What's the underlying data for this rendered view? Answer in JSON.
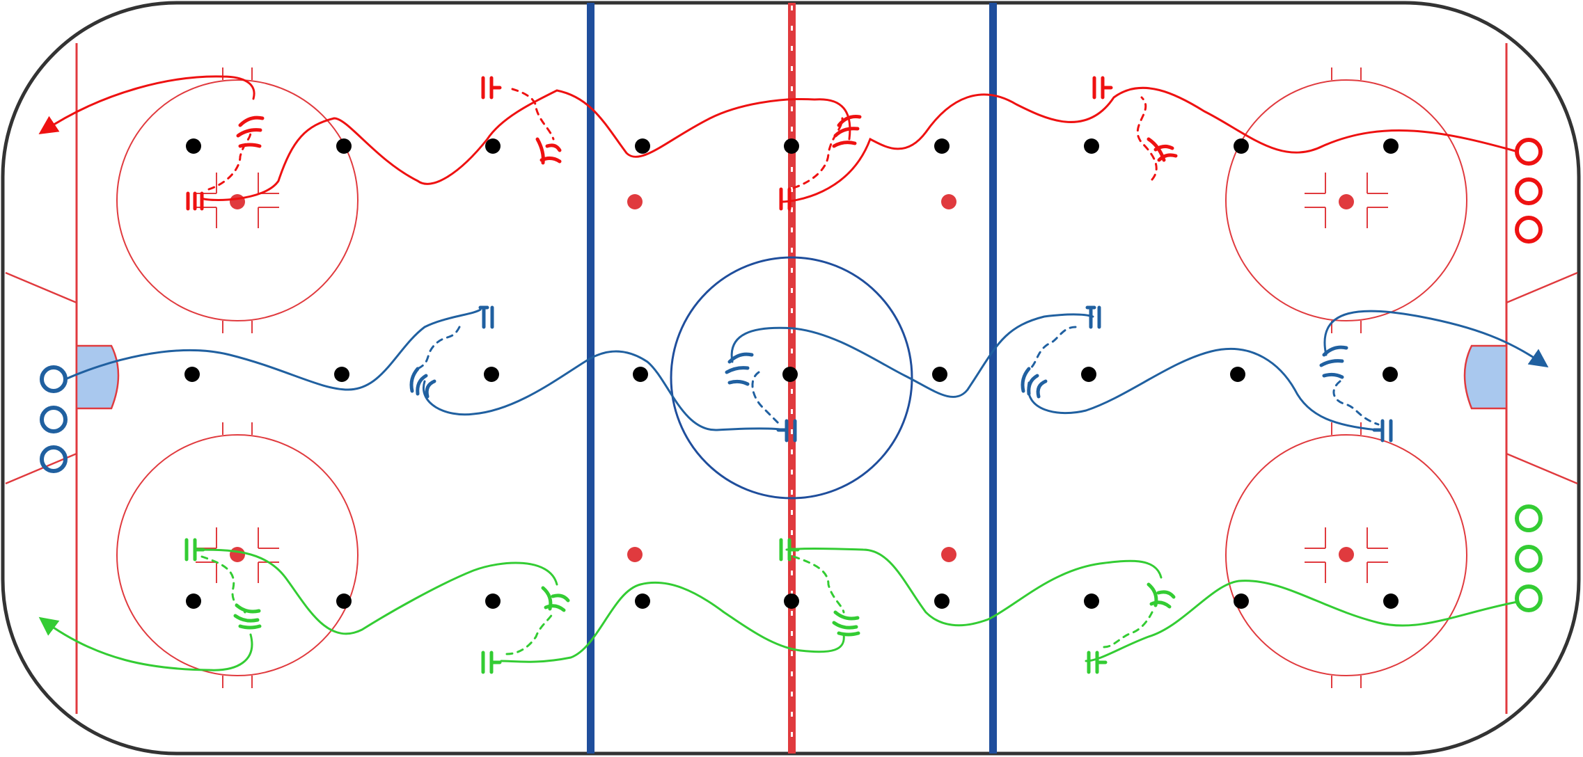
{
  "colors": {
    "rink_border": "#333333",
    "ice": "#ffffff",
    "red_line": "#e03a3e",
    "blue_line": "#1f4e9c",
    "crease_fill": "#a9c8ee",
    "dot_black": "#000000",
    "dot_red": "#e03a3e",
    "drill_red": "#ee1111",
    "drill_blue": "#2060a0",
    "drill_green": "#33cc33"
  },
  "diagram": {
    "kind": "hockey rink drill diagram",
    "orientation": "horizontal",
    "lanes": [
      {
        "id": "red",
        "color_key": "drill_red",
        "start_side": "right",
        "finish_side": "left",
        "players_waiting": 3,
        "passes": 4,
        "ends_with": "shot"
      },
      {
        "id": "blue",
        "color_key": "drill_blue",
        "start_side": "left",
        "finish_side": "right",
        "players_waiting": 3,
        "passes": 4,
        "ends_with": "shot"
      },
      {
        "id": "green",
        "color_key": "drill_green",
        "start_side": "right",
        "finish_side": "left",
        "players_waiting": 3,
        "passes": 4,
        "ends_with": "shot"
      }
    ],
    "icons": {
      "player_queue": "circle-player-icon",
      "pass_receiver": "stick-icon",
      "skater_pivot": "skater-turn-icon",
      "shot": "arrow-icon"
    }
  }
}
